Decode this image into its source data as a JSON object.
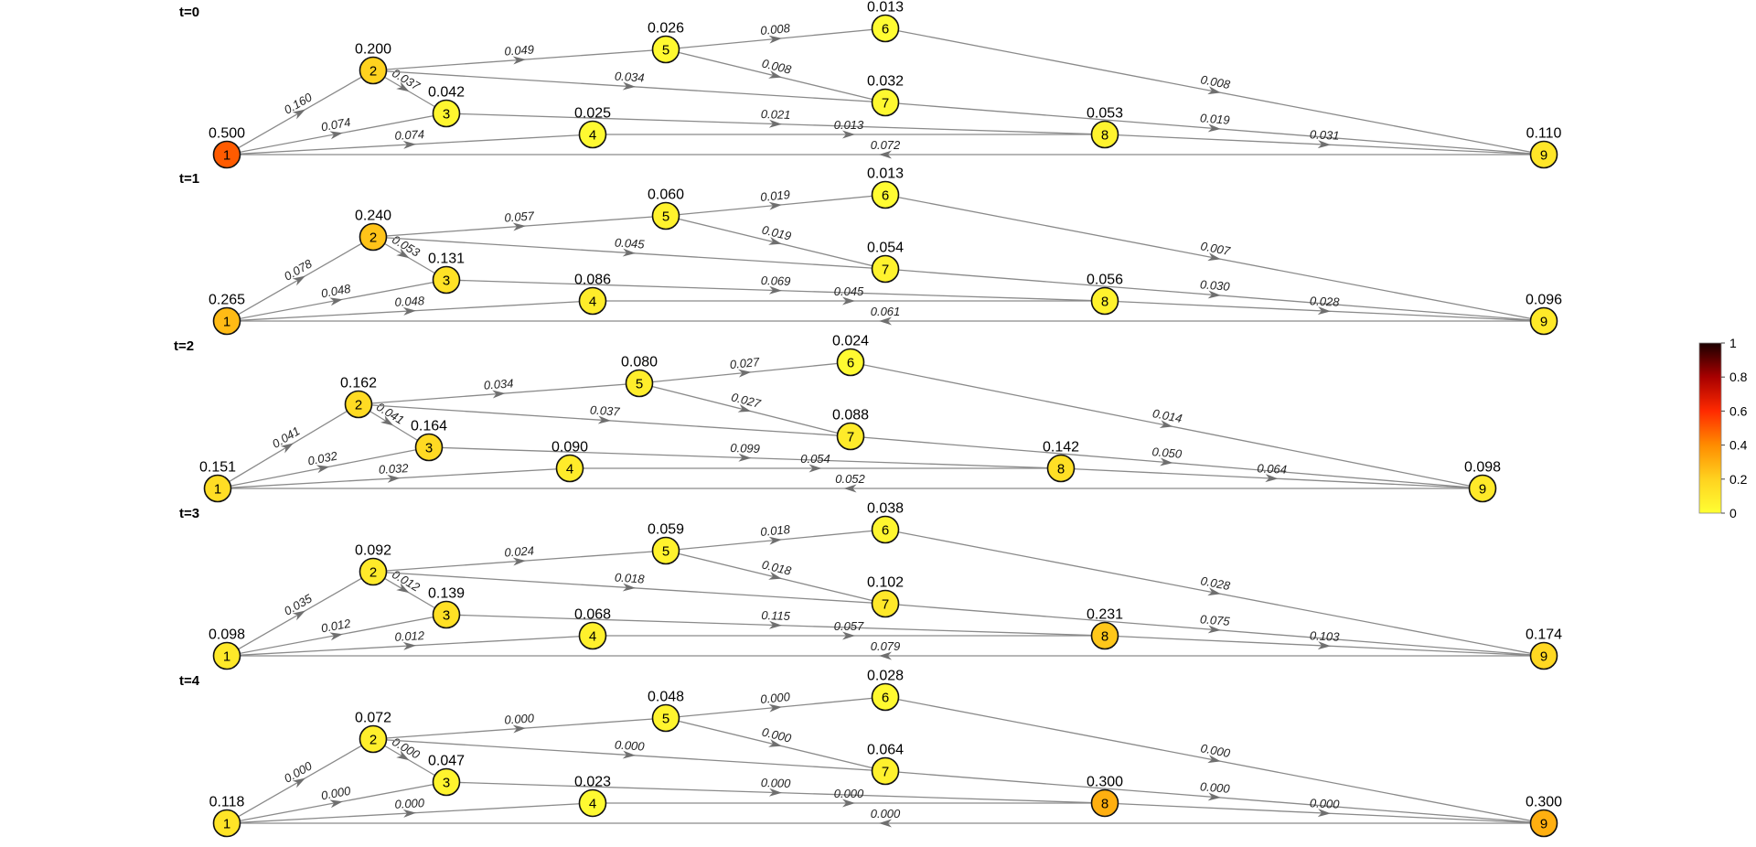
{
  "colorbar": {
    "ticks": [
      "1",
      "0.8",
      "0.6",
      "0.4",
      "0.2",
      "0"
    ],
    "low_color": "#ffff33",
    "mid_color": "#ff6600",
    "high_color": "#1a0000"
  },
  "edges": [
    [
      1,
      2
    ],
    [
      1,
      3
    ],
    [
      1,
      4
    ],
    [
      9,
      1
    ],
    [
      2,
      3
    ],
    [
      2,
      5
    ],
    [
      2,
      7
    ],
    [
      3,
      8
    ],
    [
      4,
      8
    ],
    [
      5,
      6
    ],
    [
      5,
      7
    ],
    [
      6,
      9
    ],
    [
      7,
      9
    ],
    [
      8,
      9
    ]
  ],
  "panels": [
    {
      "label": "t=0",
      "node_values": {
        "1": "0.500",
        "2": "0.200",
        "3": "0.042",
        "4": "0.025",
        "5": "0.026",
        "6": "0.013",
        "7": "0.032",
        "8": "0.053",
        "9": "0.110"
      },
      "node_numeric": {
        "1": 0.5,
        "2": 0.2,
        "3": 0.042,
        "4": 0.025,
        "5": 0.026,
        "6": 0.013,
        "7": 0.032,
        "8": 0.053,
        "9": 0.11
      },
      "edge_labels": {
        "1-2": "0.160",
        "1-3": "0.074",
        "1-4": "0.074",
        "9-1": "0.072",
        "2-3": "0.037",
        "2-5": "0.049",
        "2-7": "0.034",
        "3-8": "0.021",
        "4-8": "0.013",
        "5-6": "0.008",
        "5-7": "0.008",
        "6-9": "0.008",
        "7-9": "0.019",
        "8-9": "0.031"
      }
    },
    {
      "label": "t=1",
      "node_values": {
        "1": "0.265",
        "2": "0.240",
        "3": "0.131",
        "4": "0.086",
        "5": "0.060",
        "6": "0.013",
        "7": "0.054",
        "8": "0.056",
        "9": "0.096"
      },
      "node_numeric": {
        "1": 0.265,
        "2": 0.24,
        "3": 0.131,
        "4": 0.086,
        "5": 0.06,
        "6": 0.013,
        "7": 0.054,
        "8": 0.056,
        "9": 0.096
      },
      "edge_labels": {
        "1-2": "0.078",
        "1-3": "0.048",
        "1-4": "0.048",
        "9-1": "0.061",
        "2-3": "0.053",
        "2-5": "0.057",
        "2-7": "0.045",
        "3-8": "0.069",
        "4-8": "0.045",
        "5-6": "0.019",
        "5-7": "0.019",
        "6-9": "0.007",
        "7-9": "0.030",
        "8-9": "0.028"
      }
    },
    {
      "label": "t=2",
      "node_values": {
        "1": "0.151",
        "2": "0.162",
        "3": "0.164",
        "4": "0.090",
        "5": "0.080",
        "6": "0.024",
        "7": "0.088",
        "8": "0.142",
        "9": "0.098"
      },
      "node_numeric": {
        "1": 0.151,
        "2": 0.162,
        "3": 0.164,
        "4": 0.09,
        "5": 0.08,
        "6": 0.024,
        "7": 0.088,
        "8": 0.142,
        "9": 0.098
      },
      "edge_labels": {
        "1-2": "0.041",
        "1-3": "0.032",
        "1-4": "0.032",
        "9-1": "0.052",
        "2-3": "0.041",
        "2-5": "0.034",
        "2-7": "0.037",
        "3-8": "0.099",
        "4-8": "0.054",
        "5-6": "0.027",
        "5-7": "0.027",
        "6-9": "0.014",
        "7-9": "0.050",
        "8-9": "0.064"
      }
    },
    {
      "label": "t=3",
      "node_values": {
        "1": "0.098",
        "2": "0.092",
        "3": "0.139",
        "4": "0.068",
        "5": "0.059",
        "6": "0.038",
        "7": "0.102",
        "8": "0.231",
        "9": "0.174"
      },
      "node_numeric": {
        "1": 0.098,
        "2": 0.092,
        "3": 0.139,
        "4": 0.068,
        "5": 0.059,
        "6": 0.038,
        "7": 0.102,
        "8": 0.231,
        "9": 0.174
      },
      "edge_labels": {
        "1-2": "0.035",
        "1-3": "0.012",
        "1-4": "0.012",
        "9-1": "0.079",
        "2-3": "0.012",
        "2-5": "0.024",
        "2-7": "0.018",
        "3-8": "0.115",
        "4-8": "0.057",
        "5-6": "0.018",
        "5-7": "0.018",
        "6-9": "0.028",
        "7-9": "0.075",
        "8-9": "0.103"
      }
    },
    {
      "label": "t=4",
      "node_values": {
        "1": "0.118",
        "2": "0.072",
        "3": "0.047",
        "4": "0.023",
        "5": "0.048",
        "6": "0.028",
        "7": "0.064",
        "8": "0.300",
        "9": "0.300"
      },
      "node_numeric": {
        "1": 0.118,
        "2": 0.072,
        "3": 0.047,
        "4": 0.023,
        "5": 0.048,
        "6": 0.028,
        "7": 0.064,
        "8": 0.3,
        "9": 0.3
      },
      "edge_labels": {
        "1-2": "0.000",
        "1-3": "0.000",
        "1-4": "0.000",
        "9-1": "0.000",
        "2-3": "0.000",
        "2-5": "0.000",
        "2-7": "0.000",
        "3-8": "0.000",
        "4-8": "0.000",
        "5-6": "0.000",
        "5-7": "0.000",
        "6-9": "0.000",
        "7-9": "0.000",
        "8-9": "0.000"
      }
    }
  ]
}
